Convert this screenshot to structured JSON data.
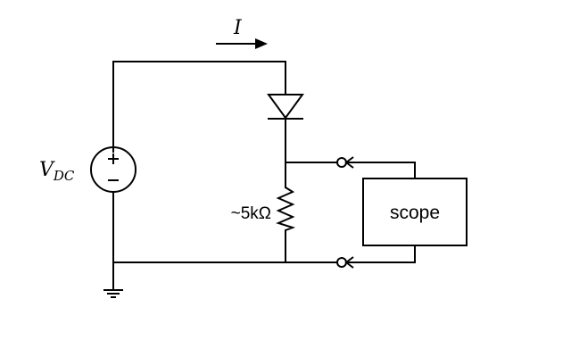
{
  "labels": {
    "current": "I",
    "source_main": "V",
    "source_sub": "DC",
    "resistor": "~5kΩ",
    "scope": "scope",
    "plus": "+",
    "minus": "−"
  },
  "colors": {
    "line": "#000000",
    "background": "#ffffff"
  }
}
